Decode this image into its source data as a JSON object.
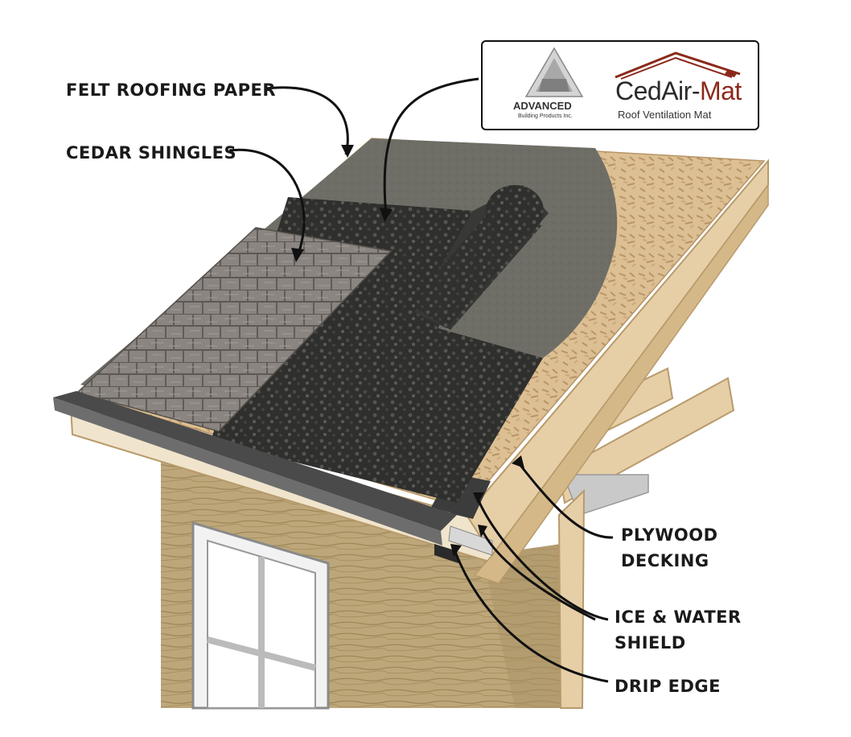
{
  "labels": {
    "felt": "FELT ROOFING PAPER",
    "cedar": "CEDAR SHINGLES",
    "plywood_1": "PLYWOOD",
    "plywood_2": "DECKING",
    "ice_1": "ICE & WATER",
    "ice_2": "SHIELD",
    "drip": "DRIP EDGE"
  },
  "logo": {
    "advanced_name": "ADVANCED",
    "advanced_sub": "Building Products Inc.",
    "cedair_main": "CedAir-",
    "cedair_accent": "Mat",
    "cedair_sub": "Roof Ventilation Mat"
  },
  "colors": {
    "accent": "#8b2a1a",
    "plywood": "#d9b98a",
    "felt": "#6e6e66",
    "mat": "#2e2e2e",
    "shingle": "#8a8580",
    "siding": "#bda77a",
    "lumber": "#e6cfa7"
  }
}
